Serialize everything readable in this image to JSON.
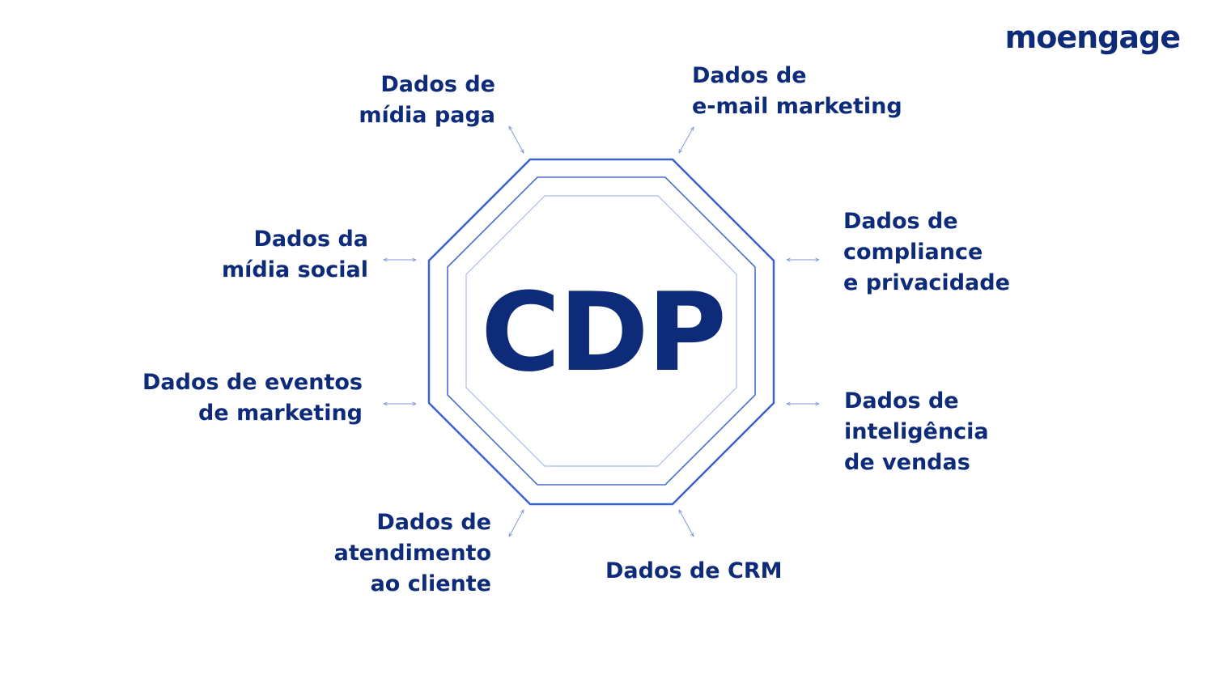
{
  "brand": "moengage",
  "center_label": "CDP",
  "colors": {
    "text": "#0d2b79",
    "outline": "#3b63c9",
    "outline_inner": "#b7c5ea",
    "arrow": "#7f97d6"
  },
  "sources": {
    "midia_paga": "Dados de\nmídia paga",
    "email_marketing": "Dados de\ne-mail marketing",
    "compliance": "Dados de\ncompliance\ne privacidade",
    "inteligencia_vendas": "Dados de\ninteligência\nde vendas",
    "crm": "Dados de CRM",
    "atendimento": "Dados de\natendimento\nao cliente",
    "eventos_marketing": "Dados de eventos\nde marketing",
    "midia_social": "Dados da\nmídia social"
  }
}
